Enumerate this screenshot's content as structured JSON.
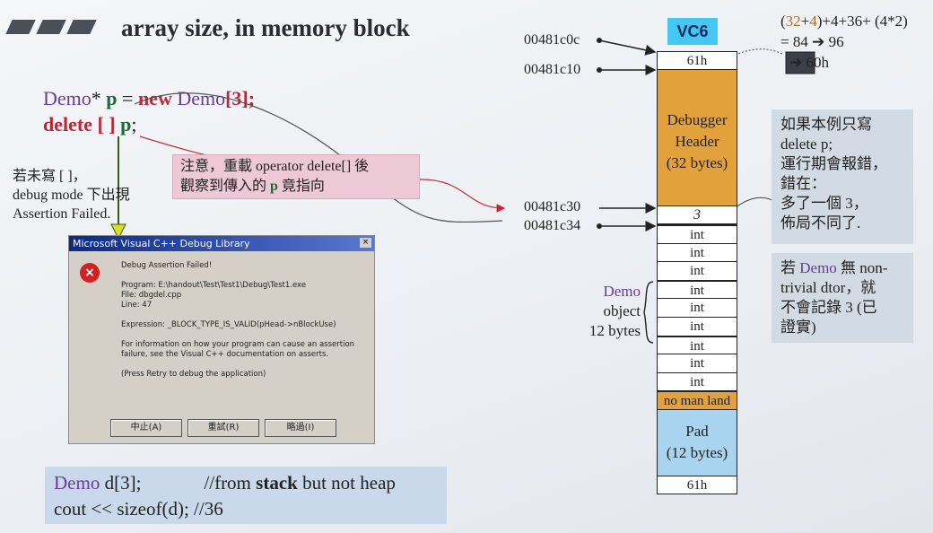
{
  "header": {
    "title": "array size, in memory block",
    "badge": "VC6"
  },
  "code_top": {
    "line1_type": "Demo",
    "line1_ptr": "* ",
    "line1_var": "p",
    "line1_eq": " = ",
    "line1_new": "new",
    "line1_cls": " Demo",
    "line1_tail": "[3];",
    "line2_delete": "delete [ ]",
    "line2_var": " p",
    "line2_tail": ";"
  },
  "notes": {
    "pink_line1": "注意，重載 operator delete[] 後",
    "pink_line2a": "觀察到傳入的 ",
    "pink_line2b": "p",
    "pink_line2c": " 竟指向",
    "left_line1": "若未寫 [ ]，",
    "left_line2": "debug mode 下出現",
    "left_line3": "Assertion Failed."
  },
  "dialog": {
    "title": "Microsoft Visual C++ Debug Library",
    "close": "×",
    "icon": "×",
    "heading": "Debug Assertion Failed!",
    "program": "Program: E:\\handout\\Test\\Test1\\Debug\\Test1.exe",
    "file": "File: dbgdel.cpp",
    "line": "Line: 47",
    "expression": "Expression: _BLOCK_TYPE_IS_VALID(pHead->nBlockUse)",
    "info1": "For information on how your program can cause an assertion",
    "info2": "failure, see the Visual C++ documentation on asserts.",
    "retry": "(Press Retry to debug the application)",
    "btn_abort": "中止(A)",
    "btn_retry": "重試(R)",
    "btn_ignore": "略過(I)"
  },
  "code_bottom": {
    "l1_cls": "Demo",
    "l1_decl": " d[3];",
    "l1_comment_a": "//from ",
    "l1_comment_b": "stack",
    "l1_comment_c": " but not heap",
    "l2": "cout << sizeof(d);  //36"
  },
  "addresses": [
    "00481c0c",
    "00481c10",
    "00481c30",
    "00481c34"
  ],
  "memory": {
    "cookie_top": "61h",
    "debug_header_l1": "Debugger",
    "debug_header_l2": "Header",
    "debug_header_l3": "(32 bytes)",
    "count": "3",
    "ints": [
      "int",
      "int",
      "int",
      "int",
      "int",
      "int",
      "int",
      "int",
      "int"
    ],
    "no_man_land": "no man land",
    "pad_l1": "Pad",
    "pad_l2": "(12 bytes)",
    "cookie_bottom": "61h"
  },
  "brace_label": {
    "l1": "Demo",
    "l2": "object",
    "l3": "12 bytes"
  },
  "calc": {
    "l1_a": "(",
    "l1_b": "32",
    "l1_c": "+",
    "l1_d": "4",
    "l1_e": ")+4+36+ (4*2)",
    "l2": "= 84 ➔ 96",
    "l3": "➔ 60h"
  },
  "side_notes": {
    "n1_l1": "如果本例只寫",
    "n1_l2": "delete p;",
    "n1_l3": "運行期會報錯，",
    "n1_l4": "錯在：",
    "n1_l5": "多了一個 3，",
    "n1_l6": "佈局不同了.",
    "n2_l1a": "若 ",
    "n2_l1b": "Demo",
    "n2_l1c": " 無 non-",
    "n2_l2": "trivial dtor，就",
    "n2_l3": "不會記錄 3 (已",
    "n2_l4": "證實)"
  },
  "colors": {
    "keyword": "#b8283a",
    "class": "#6a3b9a",
    "debug_header": "#e3a13c",
    "pad": "#a9d4ef",
    "no_man_land": "#e3a13c"
  }
}
